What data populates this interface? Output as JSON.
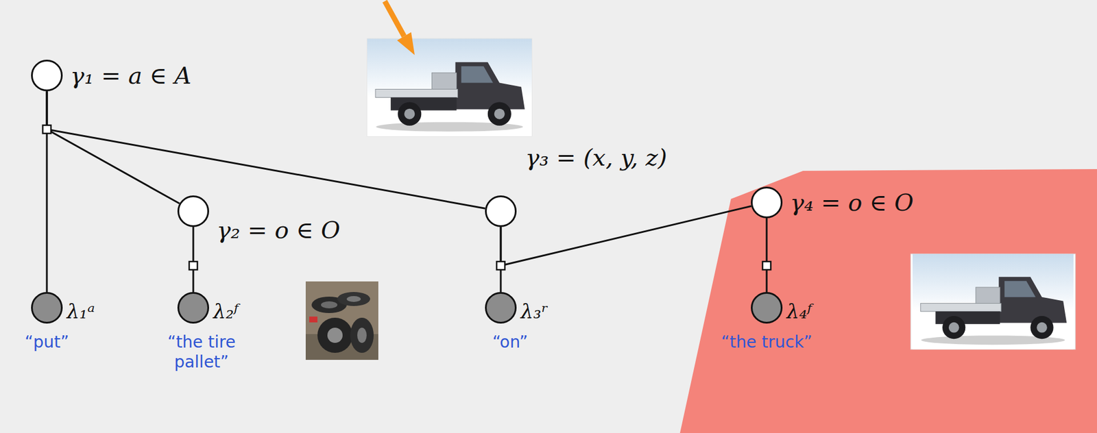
{
  "diagram": {
    "nodes": [
      {
        "text": [
          "γ₁ = a ∈ A"
        ]
      },
      {
        "text": [
          "γ₂ = o ∈ O"
        ]
      },
      {
        "text": [
          "γ₃ = (x, y, z)"
        ]
      },
      {
        "text": [
          "γ₄ = o ∈ O"
        ]
      },
      {
        "text": [
          "λ₁ᵃ",
          "“put”"
        ]
      },
      {
        "text": [
          "λ₂ᶠ",
          "“the tire pallet”"
        ]
      },
      {
        "text": [
          "λ₃ʳ",
          "“on”"
        ]
      },
      {
        "text": [
          "λ₄ᶠ",
          "“the truck”"
        ]
      }
    ],
    "edges": [
      {
        "from": 0,
        "to": 4,
        "arrow": "none"
      },
      {
        "from": 0,
        "to": 1,
        "arrow": "none"
      },
      {
        "from": 0,
        "to": 2,
        "arrow": "none"
      },
      {
        "from": 1,
        "to": 5,
        "arrow": "none"
      },
      {
        "from": 2,
        "to": 6,
        "arrow": "none"
      },
      {
        "from": 2,
        "to": 3,
        "arrow": "none"
      },
      {
        "from": 3,
        "to": 7,
        "arrow": "none"
      }
    ]
  }
}
